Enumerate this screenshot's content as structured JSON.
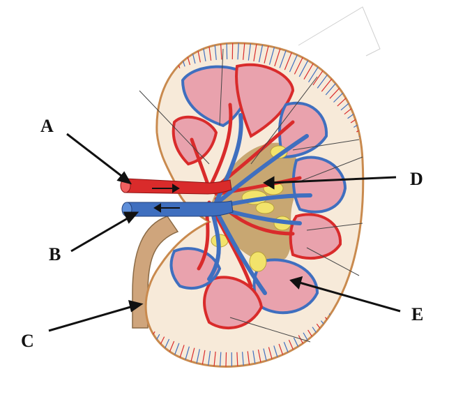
{
  "labels": {
    "a": "A",
    "b": "B",
    "c": "C",
    "d": "D",
    "e": "E"
  },
  "colors": {
    "capsule": "#c98a4e",
    "cortex": "#f7ead9",
    "pyramid": "#e9a2ad",
    "artery": "#d92b2b",
    "vein": "#3f6fbf",
    "ureter": "#cfa57c",
    "fat": "#f2e36b",
    "sinus": "#c8a772"
  },
  "icons": [
    "arrow-right-icon",
    "arrow-left-icon"
  ]
}
